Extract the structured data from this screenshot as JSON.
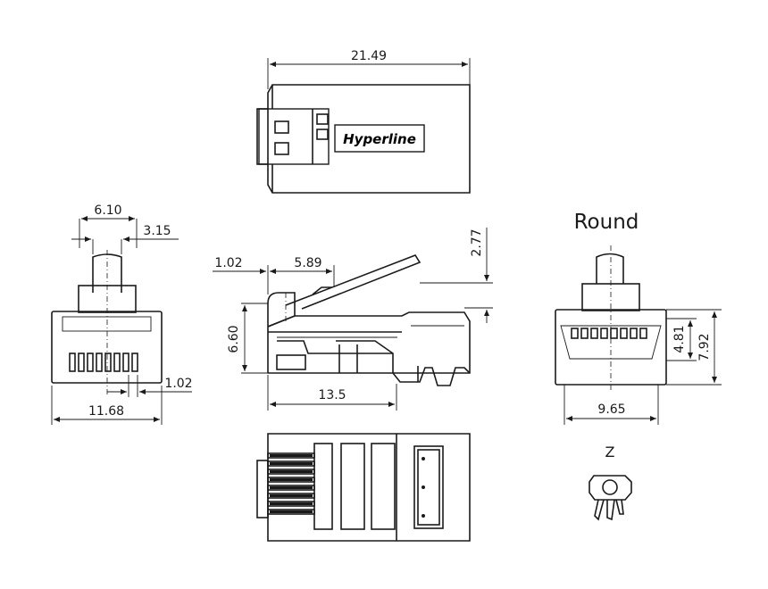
{
  "brand": "Hyperline",
  "labels": {
    "round": "Round",
    "z": "Z"
  },
  "dimensions": {
    "top_length": "21.49",
    "front_width_inner": "6.10",
    "front_key": "3.15",
    "front_pitch": "1.02",
    "front_width": "11.68",
    "side_step": "1.02",
    "side_latch": "5.89",
    "side_latch_height": "2.77",
    "side_height": "6.60",
    "side_length": "13.5",
    "right_inner_height": "4.81",
    "right_height": "7.92",
    "right_width": "9.65"
  }
}
